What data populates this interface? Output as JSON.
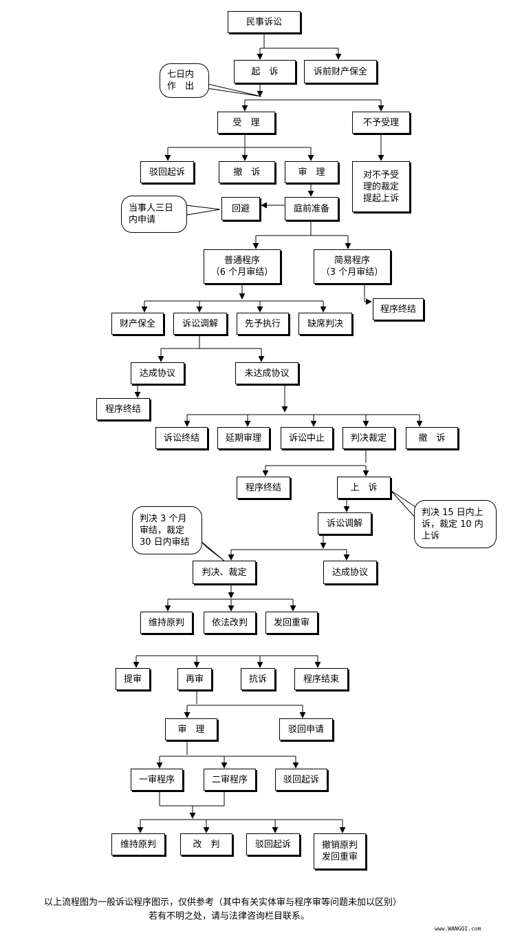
{
  "nodes": {
    "minshi": "民事诉讼",
    "qisu": "起　诉",
    "suqian_baoquan": "诉前财产保全",
    "shouli": "受　理",
    "buyu_shouli": "不予受理",
    "bohui_qisu_1": "驳回起诉",
    "chesu_1": "撤　诉",
    "shenli_1": "审　理",
    "buyu_caiding": [
      "对不予受",
      "理的裁定",
      "提起上诉"
    ],
    "huibi": "回避",
    "tingqian": "庭前准备",
    "putong": [
      "普通程序",
      "（6 个月审结）"
    ],
    "jianyi": [
      "简易程序",
      "（3 个月审结）"
    ],
    "chengxu_zhongjie_1": "程序终结",
    "caichan_baoquan": "财产保全",
    "susong_tiaojie_1": "诉讼调解",
    "xianyu_zhixing": "先予执行",
    "quexi": "缺席判决",
    "dacheng_1": "达成协议",
    "weidacheng": "未达成协议",
    "chengxu_zhongjie_2": "程序终结",
    "susong_zhongjie": "诉讼终结",
    "yanqi": "延期审理",
    "zhongzhi": "诉讼中止",
    "panjue_caiding": "判决裁定",
    "chesu_2": "撤　诉",
    "chengxu_zhongjie_3": "程序终结",
    "shangsu": "上　诉",
    "susong_tiaojie_2": "诉讼调解",
    "panjue_caiding_2": "判决、裁定",
    "dacheng_2": "达成协议",
    "weichi_1": "维持原判",
    "yifa_gaipan": "依法改判",
    "fahui_1": "发回重审",
    "tishen": "提审",
    "zaishen": "再审",
    "kangsu": "抗诉",
    "chengxu_jieshu": "程序结束",
    "shenli_2": "审　理",
    "bohui_shenqing": "驳回申请",
    "yishen": "一审程序",
    "ershen": "二审程序",
    "bohui_qisu_2": "驳回起诉",
    "weichi_2": "维持原判",
    "gaipan": "改　判",
    "bohui_qisu_3": "驳回起诉",
    "chexiao": [
      "撤销原判",
      "发回重审"
    ]
  },
  "callouts": {
    "qiri": [
      "七日内",
      "作　出"
    ],
    "dangshiren": [
      "当事人三日",
      "内申请"
    ],
    "panjue15": [
      "判决 15 日内上",
      "诉，裁定 10 内",
      "上诉"
    ],
    "panjue3": [
      "判决 3 个月",
      "审结，裁定",
      "30 日内审结"
    ]
  },
  "footer": {
    "line1": "以上流程图为一般诉讼程序图示，仅供参考（其中有关实体审与程序审等问题未加以区别）",
    "line2": "若有不明之处，请与法律咨询栏目联系。"
  },
  "watermark": "www.WANGQI.com"
}
